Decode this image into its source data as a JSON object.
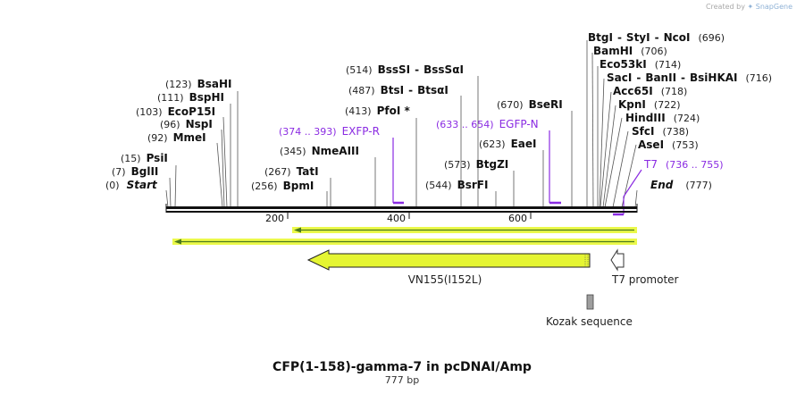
{
  "credit": {
    "created_by": "Created by",
    "brand": "SnapGene"
  },
  "map": {
    "title": "CFP(1-158)-gamma-7 in pcDNAI/Amp",
    "length_label": "777 bp",
    "length_bp": 777,
    "ticks": [
      "200",
      "400",
      "600"
    ],
    "start_label": "Start",
    "start_pos": "(0)",
    "end_label": "End",
    "end_pos": "(777)"
  },
  "sites": [
    {
      "pos": "(7)",
      "name": "BglII"
    },
    {
      "pos": "(15)",
      "name": "PsiI"
    },
    {
      "pos": "(92)",
      "name": "MmeI"
    },
    {
      "pos": "(96)",
      "name": "NspI"
    },
    {
      "pos": "(103)",
      "name": "EcoP15I"
    },
    {
      "pos": "(111)",
      "name": "BspHI"
    },
    {
      "pos": "(123)",
      "name": "BsaHI"
    },
    {
      "pos": "(256)",
      "name": "BpmI"
    },
    {
      "pos": "(267)",
      "name": "TatI"
    },
    {
      "pos": "(345)",
      "name": "NmeAIII"
    },
    {
      "pos": "(413)",
      "name": "PfoI *"
    },
    {
      "pos": "(487)",
      "name": "BtsI",
      "name2": "BtsαI"
    },
    {
      "pos": "(514)",
      "name": "BssSI",
      "name2": "BssSαI"
    },
    {
      "pos": "(544)",
      "name": "BsrFI"
    },
    {
      "pos": "(573)",
      "name": "BtgZI"
    },
    {
      "pos": "(623)",
      "name": "EaeI"
    },
    {
      "pos": "(670)",
      "name": "BseRI"
    },
    {
      "pos": "(696)",
      "name": "BtgI",
      "name2": "StyI",
      "name3": "NcoI"
    },
    {
      "pos": "(706)",
      "name": "BamHI"
    },
    {
      "pos": "(714)",
      "name": "Eco53kI"
    },
    {
      "pos": "(716)",
      "name": "SacI",
      "name2": "BanII",
      "name3": "BsiHKAI"
    },
    {
      "pos": "(718)",
      "name": "Acc65I"
    },
    {
      "pos": "(722)",
      "name": "KpnI"
    },
    {
      "pos": "(724)",
      "name": "HindIII"
    },
    {
      "pos": "(738)",
      "name": "SfcI"
    },
    {
      "pos": "(753)",
      "name": "AseI"
    }
  ],
  "primers": [
    {
      "range": "(374 .. 393)",
      "name": "EXFP-R",
      "start": 374,
      "end": 393
    },
    {
      "range": "(633 .. 654)",
      "name": "EGFP-N",
      "start": 633,
      "end": 654
    },
    {
      "range": "(736 .. 755)",
      "name": "T7",
      "start": 736,
      "end": 755
    }
  ],
  "features": {
    "gene": "VN155(I152L)",
    "promoter": "T7 promoter",
    "kozak": "Kozak sequence"
  },
  "colors": {
    "gene_fill": "#e5f533",
    "orf_line": "#ebf94a",
    "orf_arrow": "#4c7a1c",
    "primer": "#8a2be2",
    "kozak_fill": "#9e9e9e"
  }
}
